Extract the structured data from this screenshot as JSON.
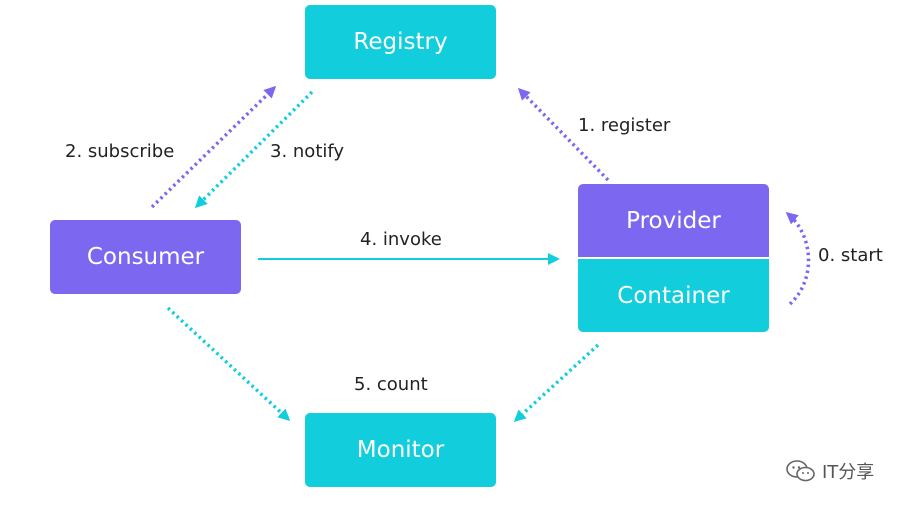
{
  "nodes": {
    "registry": "Registry",
    "consumer": "Consumer",
    "provider": "Provider",
    "container": "Container",
    "monitor": "Monitor"
  },
  "edges": {
    "start": "0. start",
    "register": "1. register",
    "subscribe": "2. subscribe",
    "notify": "3. notify",
    "invoke": "4. invoke",
    "count": "5. count"
  },
  "watermark": {
    "text": "IT分享",
    "icon": "wechat-icon"
  },
  "colors": {
    "teal": "#12CDDB",
    "purple": "#7C67F1",
    "text": "#222222"
  }
}
